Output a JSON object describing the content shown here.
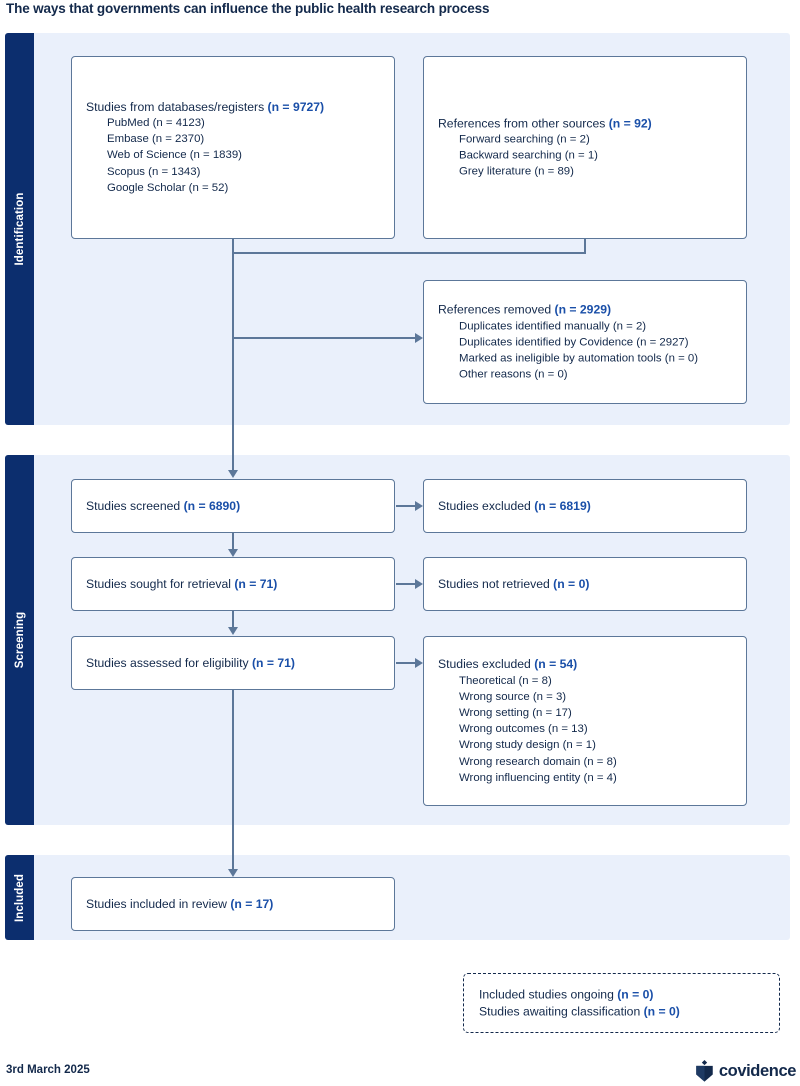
{
  "title": "The ways that governments can influence the public health research process",
  "footer": {
    "date": "3rd March 2025",
    "logo_text": "covidence",
    "logo_icon": "covidence-shield-icon"
  },
  "stages": [
    {
      "id": "identification",
      "label": "Identification"
    },
    {
      "id": "screening",
      "label": "Screening"
    },
    {
      "id": "included",
      "label": "Included"
    }
  ],
  "boxes": {
    "databases": {
      "header_text": "Studies from databases/registers ",
      "header_count": "(n = 9727)",
      "items": [
        "PubMed (n = 4123)",
        "Embase (n = 2370)",
        "Web of Science (n = 1839)",
        "Scopus (n = 1343)",
        "Google Scholar (n = 52)"
      ]
    },
    "other_sources": {
      "header_text": "References from other sources ",
      "header_count": "(n = 92)",
      "items": [
        "Forward searching (n = 2)",
        "Backward searching (n = 1)",
        "Grey literature (n = 89)"
      ]
    },
    "references_removed": {
      "header_text": "References removed ",
      "header_count": "(n = 2929)",
      "items": [
        "Duplicates identified manually (n = 2)",
        "Duplicates identified by Covidence (n = 2927)",
        "Marked as ineligible by automation tools (n = 0)",
        "Other reasons (n = 0)"
      ]
    },
    "screened": {
      "header_text": "Studies screened ",
      "header_count": "(n = 6890)"
    },
    "screened_excluded": {
      "header_text": "Studies excluded ",
      "header_count": "(n = 6819)"
    },
    "sought_retrieval": {
      "header_text": "Studies sought for retrieval ",
      "header_count": "(n = 71)"
    },
    "not_retrieved": {
      "header_text": "Studies not retrieved ",
      "header_count": "(n = 0)"
    },
    "assessed_eligibility": {
      "header_text": "Studies assessed for eligibility ",
      "header_count": "(n = 71)"
    },
    "eligibility_excluded": {
      "header_text": "Studies excluded ",
      "header_count": "(n = 54)",
      "items": [
        "Theoretical (n = 8)",
        "Wrong source (n = 3)",
        "Wrong setting (n = 17)",
        "Wrong outcomes (n = 13)",
        "Wrong study design (n = 1)",
        "Wrong research domain (n = 8)",
        "Wrong influencing entity (n = 4)"
      ]
    },
    "included_review": {
      "header_text": "Studies included in review ",
      "header_count": "(n = 17)"
    },
    "ongoing": {
      "line1_text": "Included studies ongoing ",
      "line1_count": "(n = 0)",
      "line2_text": "Studies awaiting classification ",
      "line2_count": "(n = 0)"
    }
  },
  "colors": {
    "navy": "#13294b",
    "stage_tab": "#0c2e6e",
    "band": "#eaf0fb",
    "accent": "#1a4fa8",
    "box_border": "#5c7799"
  }
}
